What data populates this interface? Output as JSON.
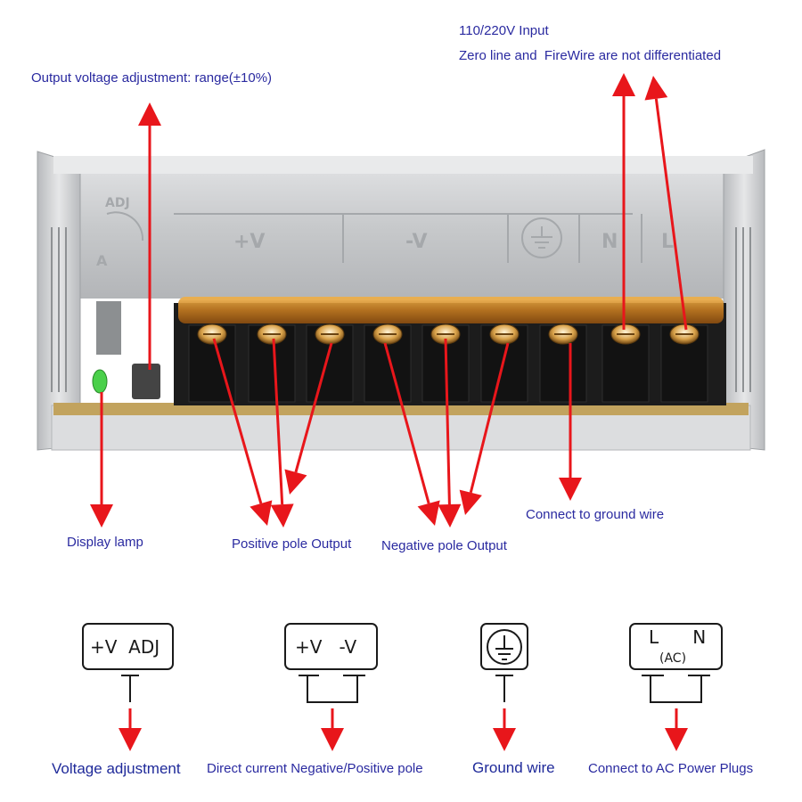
{
  "psu_markings": {
    "adj": "ADJ",
    "plus_v": "+V",
    "minus_v": "-V",
    "n": "N",
    "l": "L",
    "a": "A"
  },
  "labels": {
    "input_line1": "110/220V Input",
    "input_line2": "Zero line and  FireWire are not differentiated",
    "adjust_range": "Output voltage adjustment: range(±10%)",
    "display_lamp": "Display lamp",
    "positive_output": "Positive pole Output",
    "negative_output": "Negative pole Output",
    "ground_connect": "Connect to ground wire"
  },
  "symbols": [
    {
      "box_text": "+V  ADJ",
      "caption": "Voltage adjustment"
    },
    {
      "box_text": "+V   -V",
      "caption": "Direct current Negative/Positive pole"
    },
    {
      "box_text": "",
      "caption": "Ground wire"
    },
    {
      "box_text": "L      N",
      "box_subtext": "(AC)",
      "caption": "Connect to AC Power Plugs"
    }
  ],
  "colors": {
    "label_text": "#2a2aa0",
    "arrow": "#e8161b",
    "terminal_block": "#1c1c1c",
    "cover": "#b08a35",
    "metal": "#cfd1d3"
  }
}
